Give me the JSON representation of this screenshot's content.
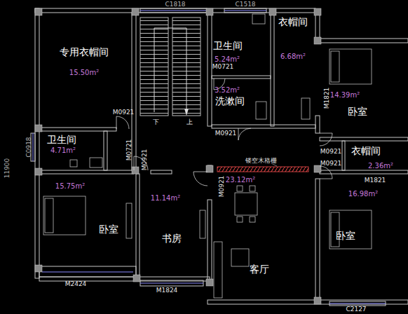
{
  "diagram": {
    "nodes": [
      {
        "text": [
          "专用衣帽间",
          "15.50m²"
        ]
      },
      {
        "text": [
          "卫生间",
          "5.24m²"
        ]
      },
      {
        "text": [
          "衣帽间",
          "6.68m²"
        ]
      },
      {
        "text": [
          "3.52m²",
          "洗漱间"
        ]
      },
      {
        "text": [
          "14.39m²",
          "卧室"
        ]
      },
      {
        "text": [
          "卫生间",
          "4.71m²"
        ]
      },
      {
        "text": [
          "衣帽间",
          "2.36m²"
        ]
      },
      {
        "text": [
          "15.75m²",
          "卧室"
        ]
      },
      {
        "text": [
          "11.14m²",
          "书房"
        ]
      },
      {
        "text": [
          "23.12m²",
          "客厅"
        ]
      },
      {
        "text": [
          "16.98m²",
          "卧室"
        ]
      }
    ],
    "labels": [
      "C1818",
      "C1518",
      "M0721",
      "M0921",
      "M0721",
      "M0921",
      "下",
      "上",
      "M0921",
      "M1821",
      "M0921",
      "M0921",
      "M1821",
      "镂空木格栅",
      "M0921",
      "C0918",
      "11900",
      "M2424",
      "M1824",
      "C2127"
    ]
  }
}
